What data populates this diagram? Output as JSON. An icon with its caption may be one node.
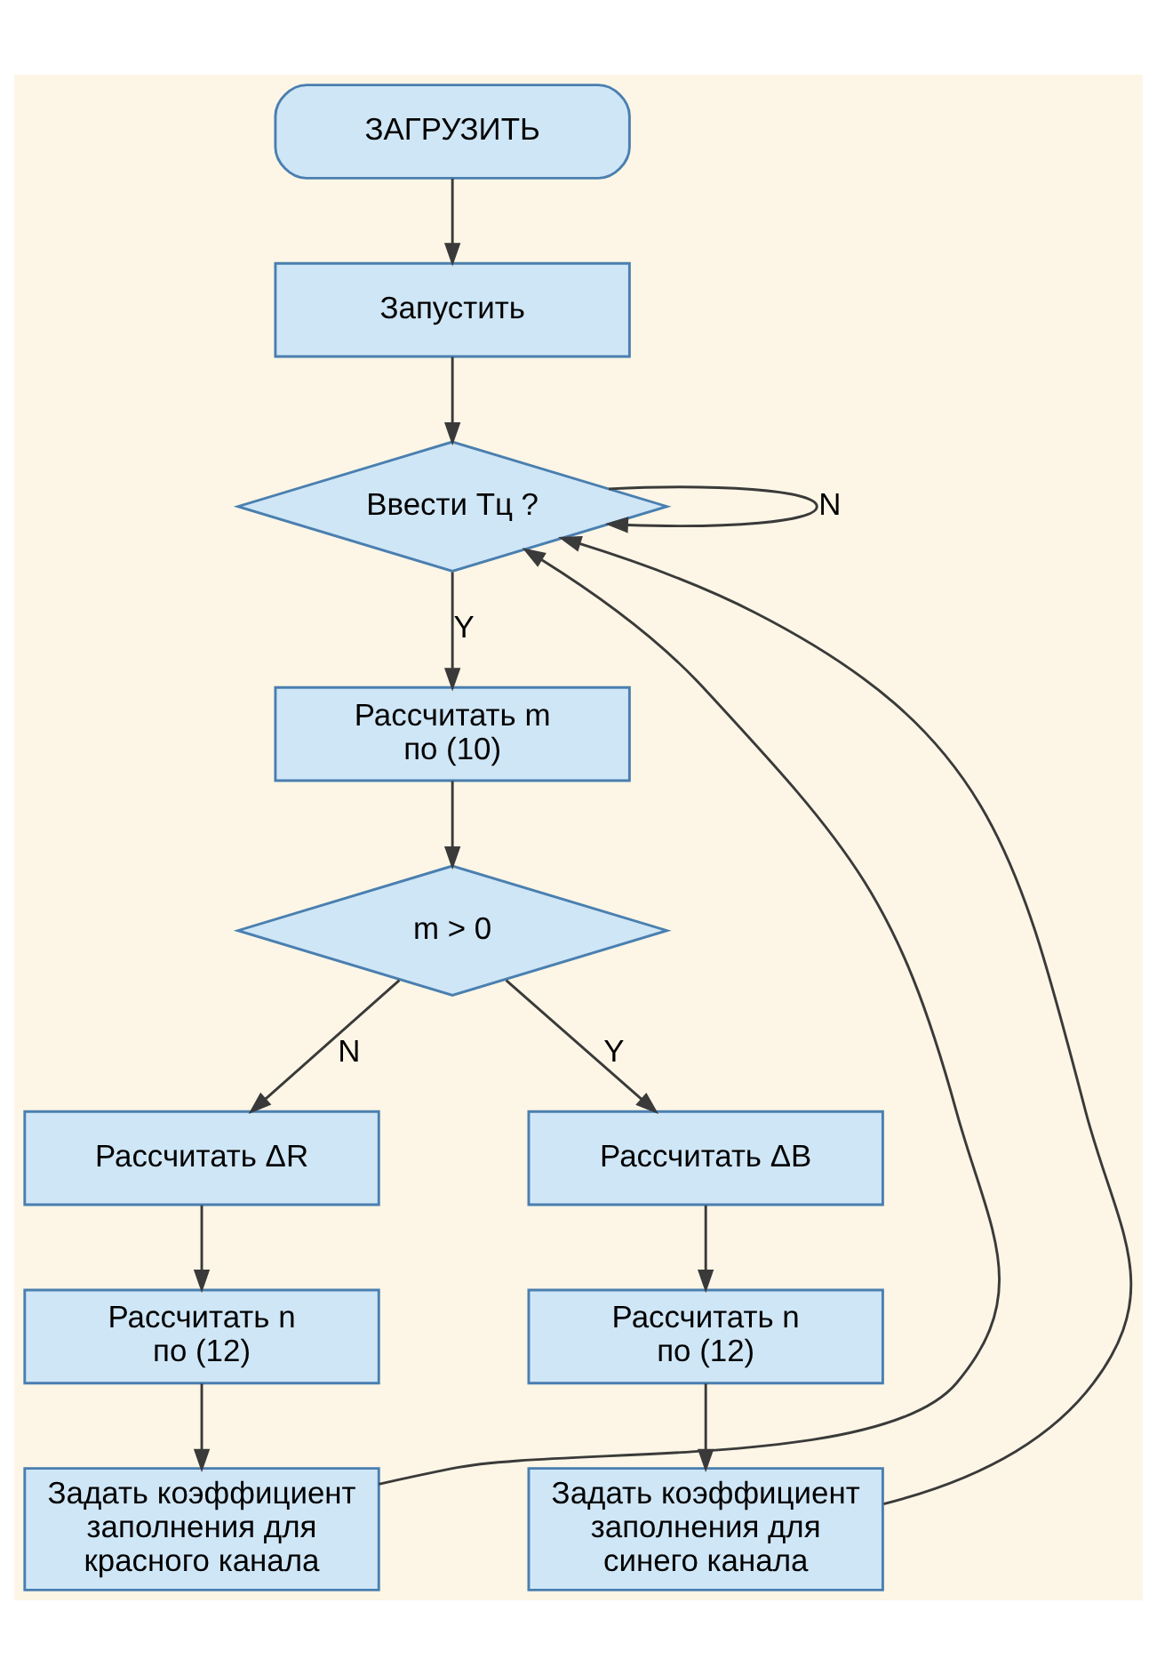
{
  "diagram": {
    "nodes": [
      {
        "text": [
          "ЗАГРУЗИТЬ"
        ]
      },
      {
        "text": [
          "Запустить"
        ]
      },
      {
        "text": [
          "Ввести Тц ?"
        ]
      },
      {
        "text": [
          "Рассчитать m по (10)"
        ]
      },
      {
        "text": [
          "m > 0"
        ]
      },
      {
        "text": [
          "Рассчитать ΔR"
        ]
      },
      {
        "text": [
          "Рассчитать n по (12)"
        ]
      },
      {
        "text": [
          "Задать коэффициент заполнения для красного канала"
        ]
      },
      {
        "text": [
          "Рассчитать ΔB"
        ]
      },
      {
        "text": [
          "Рассчитать n по (12)"
        ]
      },
      {
        "text": [
          "Задать коэффициент заполнения для синего канала"
        ]
      }
    ],
    "edges": [
      {
        "from": 0,
        "to": 1,
        "arrow": "to"
      },
      {
        "from": 1,
        "to": 2,
        "arrow": "to"
      },
      {
        "from": 2,
        "to": 2,
        "arrow": "to",
        "label": "N"
      },
      {
        "from": 2,
        "to": 3,
        "arrow": "to",
        "label": "Y"
      },
      {
        "from": 3,
        "to": 4,
        "arrow": "to"
      },
      {
        "from": 4,
        "to": 5,
        "arrow": "to",
        "label": "N"
      },
      {
        "from": 4,
        "to": 8,
        "arrow": "to",
        "label": "Y"
      },
      {
        "from": 5,
        "to": 6,
        "arrow": "to"
      },
      {
        "from": 6,
        "to": 7,
        "arrow": "to"
      },
      {
        "from": 8,
        "to": 9,
        "arrow": "to"
      },
      {
        "from": 9,
        "to": 10,
        "arrow": "to"
      },
      {
        "from": 7,
        "to": 2,
        "arrow": "to"
      },
      {
        "from": 10,
        "to": 2,
        "arrow": "to"
      }
    ]
  }
}
